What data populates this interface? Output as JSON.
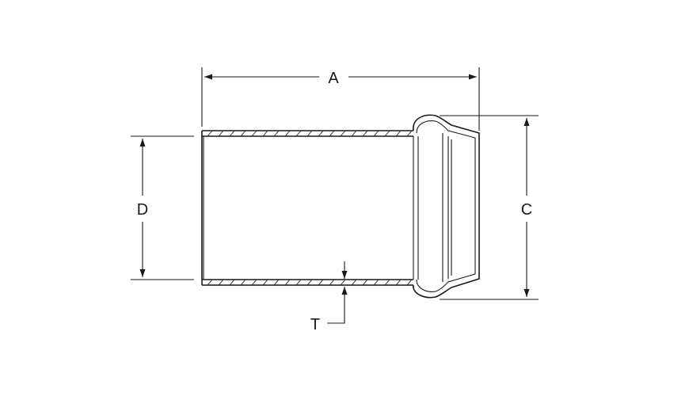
{
  "diagram": {
    "labels": {
      "length": "A",
      "outer_diameter": "C",
      "inner_diameter": "D",
      "wall_thickness": "T"
    },
    "colors": {
      "line": "#1a1a1a",
      "background": "#ffffff"
    }
  }
}
